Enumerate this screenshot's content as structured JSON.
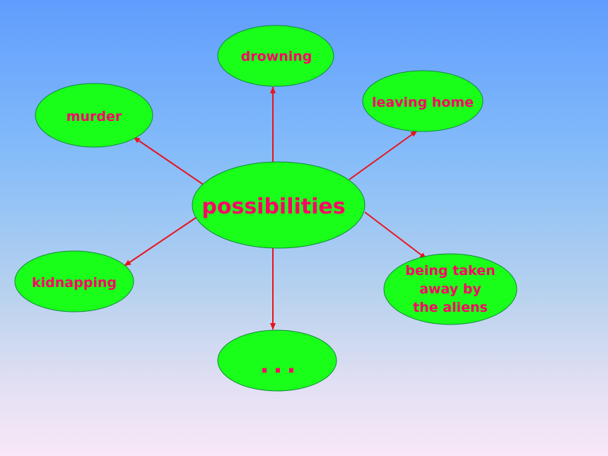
{
  "diagram": {
    "center": {
      "label": "possibilities"
    },
    "nodes": [
      {
        "id": "drowning",
        "label": [
          "drowning"
        ]
      },
      {
        "id": "leaving-home",
        "label": [
          "leaving home"
        ]
      },
      {
        "id": "murder",
        "label": [
          "murder"
        ]
      },
      {
        "id": "kidnapping",
        "label": [
          "kidnapping"
        ]
      },
      {
        "id": "aliens",
        "label": [
          "being taken",
          "away by",
          "the aliens"
        ]
      },
      {
        "id": "more",
        "label": [
          "..."
        ]
      }
    ]
  }
}
